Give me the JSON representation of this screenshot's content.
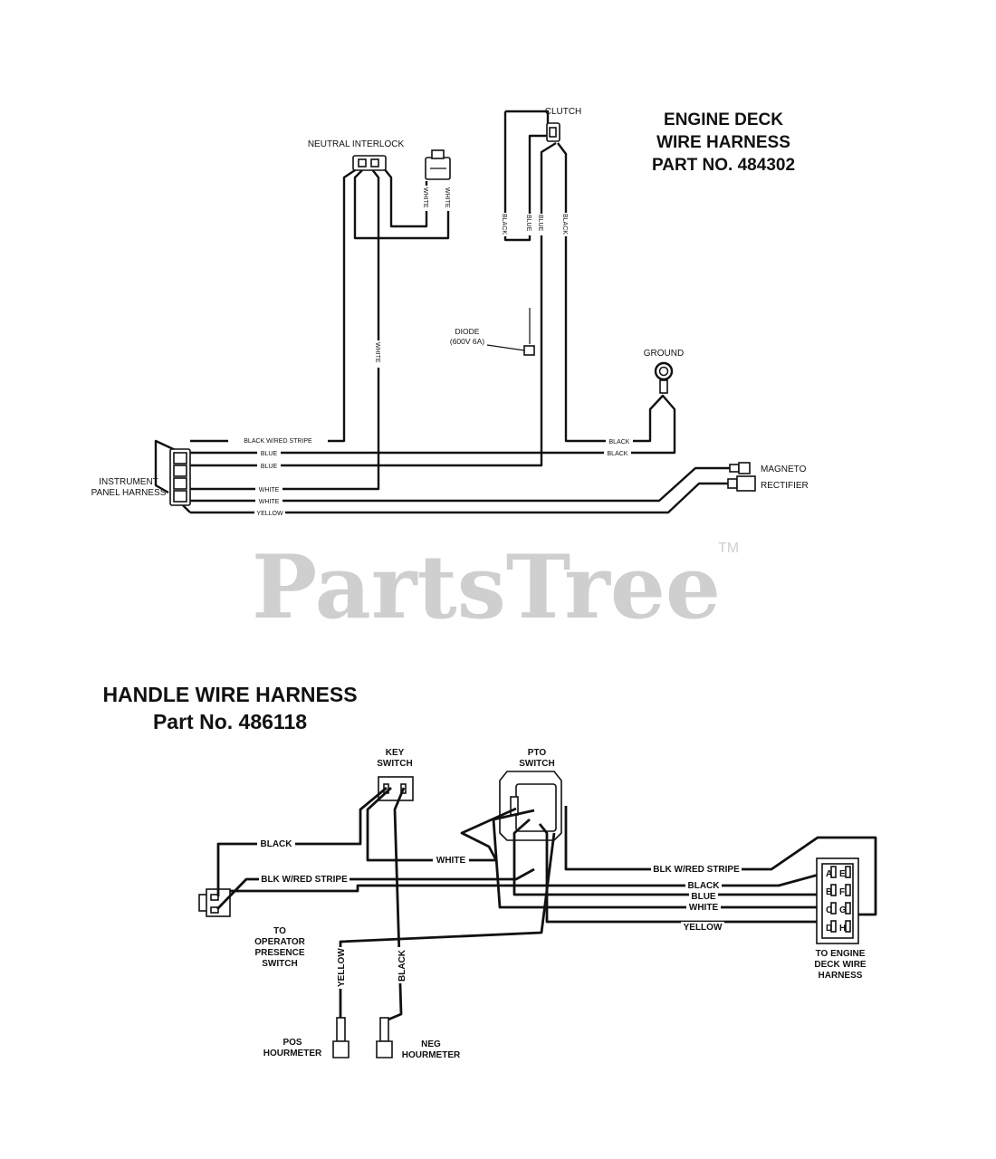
{
  "watermark": {
    "text": "PartsTree",
    "trademark": "TM"
  },
  "engine_deck": {
    "title_lines": [
      "ENGINE DECK",
      "WIRE HARNESS",
      "PART NO. 484302"
    ],
    "labels": {
      "clutch": "CLUTCH",
      "neutral_interlock": "NEUTRAL INTERLOCK",
      "diode_1": "DIODE",
      "diode_2": "(600V 6A)",
      "ground": "GROUND",
      "instrument_1": "INSTRUMENT",
      "instrument_2": "PANEL HARNESS",
      "magneto": "MAGNETO",
      "rectifier": "RECTIFIER"
    },
    "wire_labels": {
      "white_a": "WHITE",
      "white_b": "WHITE",
      "white_main": "WHITE",
      "black_left": "BLACK",
      "blue_mid": "BLUE",
      "black_right": "BLACK",
      "black_red": "BLACK W/RED STRIPE",
      "blue_1": "BLUE",
      "blue_2": "BLUE",
      "white_1": "WHITE",
      "white_2": "WHITE",
      "yellow": "YELLOW",
      "black_gnd_1": "BLACK",
      "black_gnd_2": "BLACK"
    }
  },
  "handle": {
    "title_1": "HANDLE WIRE HARNESS",
    "title_2": "Part No. 486118",
    "labels": {
      "key_1": "KEY",
      "key_2": "SWITCH",
      "pto_1": "PTO",
      "pto_2": "SWITCH",
      "op_1": "TO",
      "op_2": "OPERATOR",
      "op_3": "PRESENCE",
      "op_4": "SWITCH",
      "pos_1": "POS",
      "pos_2": "HOURMETER",
      "neg_1": "NEG",
      "neg_2": "HOURMETER",
      "deck_1": "TO ENGINE",
      "deck_2": "DECK WIRE",
      "deck_3": "HARNESS"
    },
    "wire_labels": {
      "black": "BLACK",
      "blk_red_left": "BLK W/RED STRIPE",
      "white": "WHITE",
      "blk_red_right": "BLK W/RED STRIPE",
      "black_r": "BLACK",
      "blue_r": "BLUE",
      "white_r": "WHITE",
      "yellow_r": "YELLOW",
      "yellow_v": "YELLOW",
      "black_v": "BLACK"
    },
    "pins": [
      "A",
      "B",
      "C",
      "D",
      "E",
      "F",
      "G",
      "H"
    ]
  }
}
